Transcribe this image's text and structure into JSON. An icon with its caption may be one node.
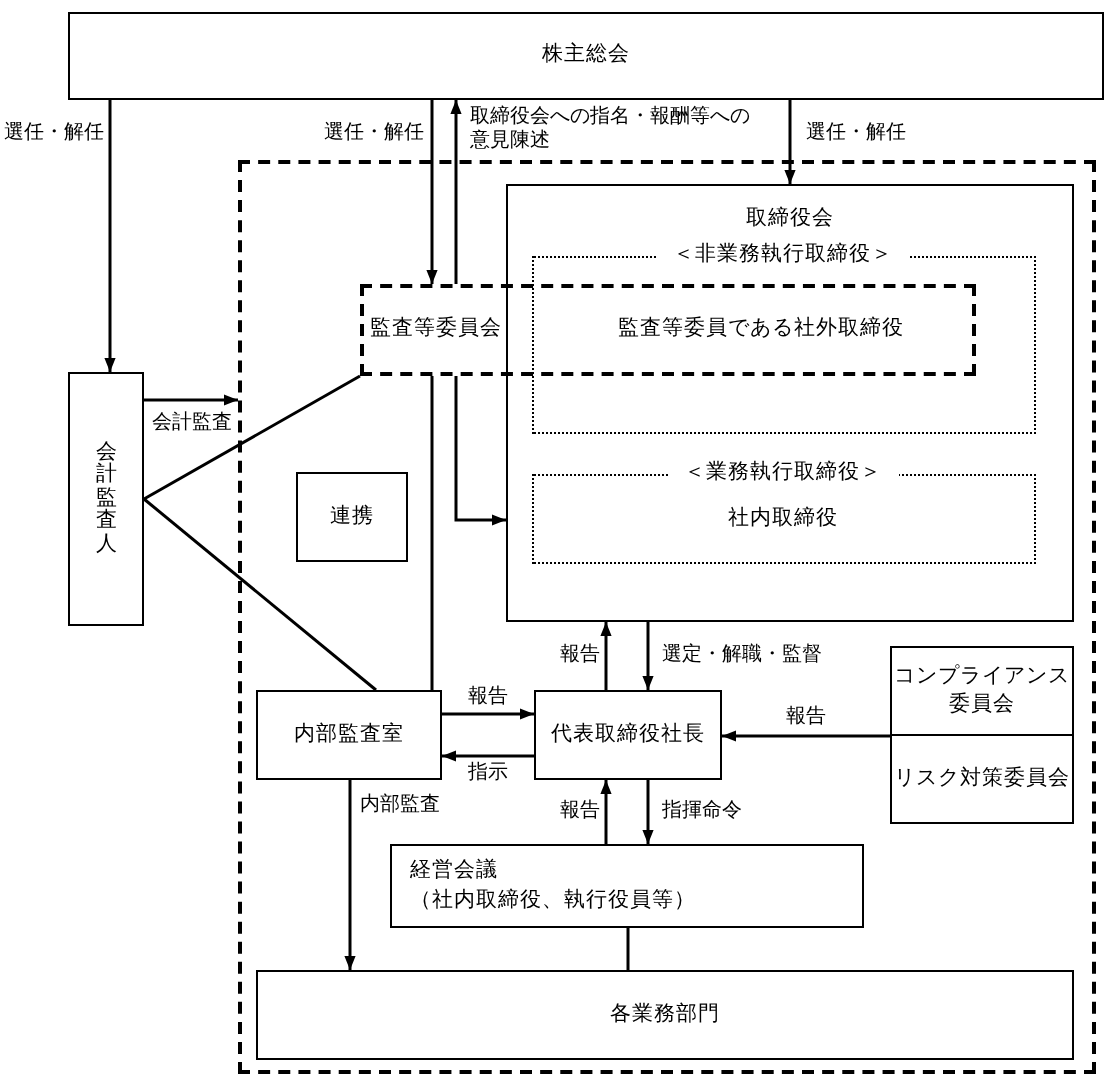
{
  "diagram": {
    "nodes": [
      {
        "text": [
          "株主総会"
        ]
      },
      {
        "text": [
          "会計監査人"
        ]
      },
      {
        "text": [],
        "shape": "box"
      },
      {
        "text": [
          "監査等委員会",
          "監査等委員である社外取締役"
        ],
        "in": 2
      },
      {
        "text": [
          "取締役会"
        ],
        "in": 2
      },
      {
        "text": [
          "＜非業務執行取締役＞"
        ],
        "in": 4
      },
      {
        "text": [
          "＜業務執行取締役＞",
          "社内取締役"
        ],
        "in": 4
      },
      {
        "text": [
          "連携"
        ],
        "in": 2
      },
      {
        "text": [
          "内部監査室"
        ],
        "in": 2
      },
      {
        "text": [
          "代表取締役社長"
        ],
        "in": 2
      },
      {
        "text": [
          "コンプライアンス委員会"
        ],
        "in": 2
      },
      {
        "text": [
          "リスク対策委員会"
        ],
        "in": 2
      },
      {
        "text": [
          "経営会議",
          "（社内取締役、執行役員等）"
        ],
        "in": 2
      },
      {
        "text": [
          "各業務部門"
        ],
        "in": 2
      }
    ],
    "edges": [
      {
        "from": 0,
        "to": 1,
        "arrow": "to",
        "label": "選任・解任"
      },
      {
        "from": 0,
        "to": 3,
        "arrow": "to",
        "label": "選任・解任"
      },
      {
        "from": 3,
        "to": 0,
        "arrow": "to",
        "label": "取締役会への指名・報酬等への意見陳述"
      },
      {
        "from": 0,
        "to": 4,
        "arrow": "to",
        "label": "選任・解任"
      },
      {
        "from": 1,
        "to": 2,
        "arrow": "to",
        "label": "会計監査"
      },
      {
        "from": 1,
        "to": 3,
        "arrow": "none"
      },
      {
        "from": 1,
        "to": 8,
        "arrow": "none"
      },
      {
        "from": 3,
        "to": 8,
        "arrow": "none"
      },
      {
        "from": 3,
        "to": 4,
        "arrow": "to"
      },
      {
        "from": 9,
        "to": 4,
        "arrow": "to",
        "label": "報告"
      },
      {
        "from": 4,
        "to": 9,
        "arrow": "to",
        "label": "選定・解職・監督"
      },
      {
        "from": 8,
        "to": 9,
        "arrow": "to",
        "label": "報告"
      },
      {
        "from": 9,
        "to": 8,
        "arrow": "to",
        "label": "指示"
      },
      {
        "from": 12,
        "to": 9,
        "arrow": "to",
        "label": "報告"
      },
      {
        "from": 9,
        "to": 12,
        "arrow": "to",
        "label": "指揮命令"
      },
      {
        "from": 8,
        "to": 13,
        "arrow": "to",
        "label": "内部監査"
      },
      {
        "from": 12,
        "to": 13,
        "arrow": "none"
      },
      {
        "from": 10,
        "to": 9,
        "arrow": "to",
        "label": "報告"
      },
      {
        "from": 11,
        "to": 9,
        "arrow": "to"
      }
    ]
  }
}
